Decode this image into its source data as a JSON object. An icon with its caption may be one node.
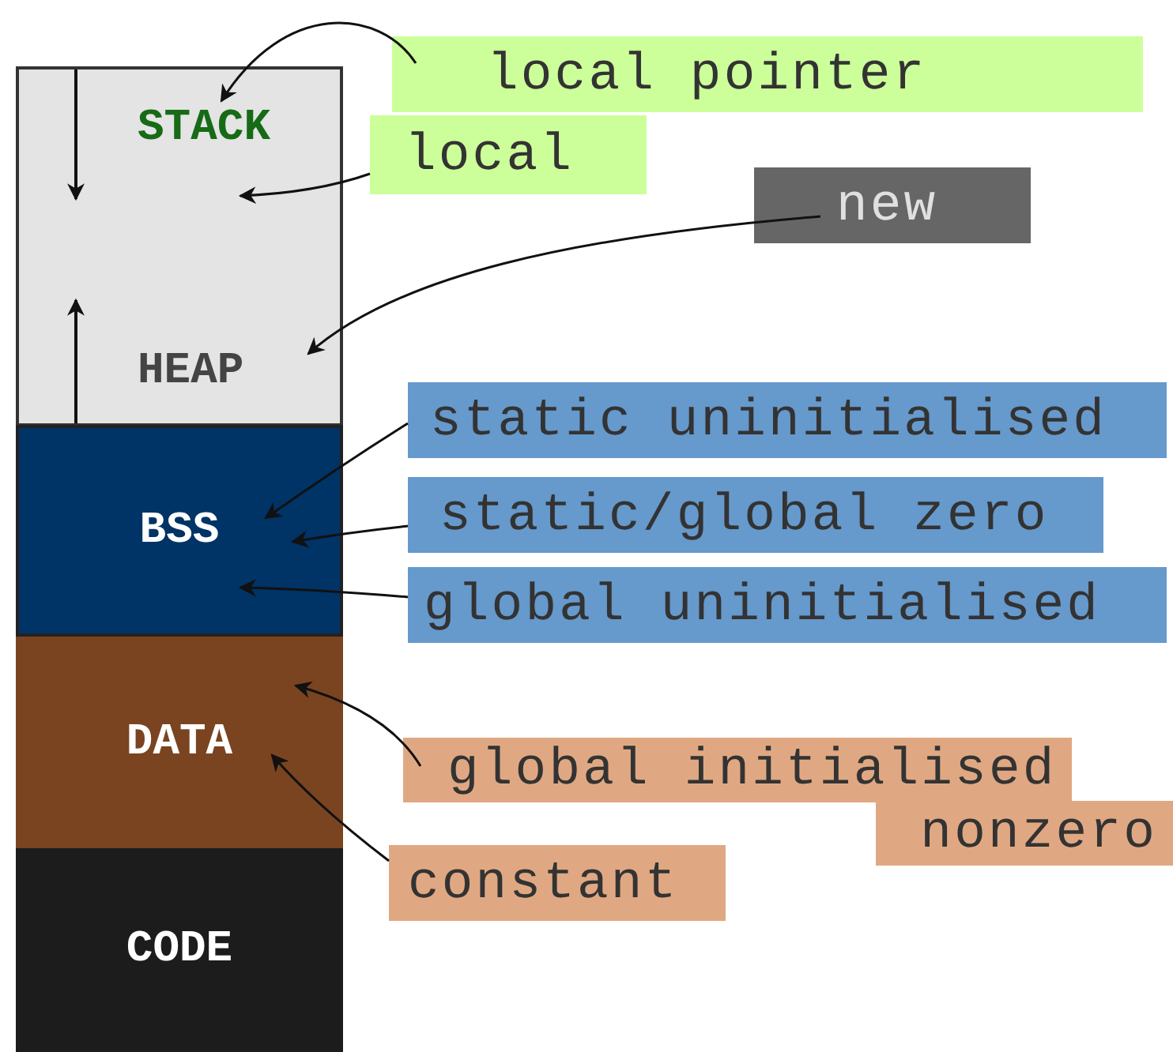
{
  "diagram": {
    "nodes": [
      {
        "text": [],
        "shape": "box"
      },
      {
        "text": [
          "STACK"
        ],
        "in": 0
      },
      {
        "text": [
          "HEAP"
        ],
        "in": 0
      },
      {
        "text": [
          "BSS"
        ]
      },
      {
        "text": [
          "DATA"
        ]
      },
      {
        "text": [
          "CODE"
        ]
      },
      {
        "text": [
          "local pointer"
        ]
      },
      {
        "text": [
          "local"
        ]
      },
      {
        "text": [
          "new"
        ]
      },
      {
        "text": [
          "static uninitialised"
        ]
      },
      {
        "text": [
          "static/global zero"
        ]
      },
      {
        "text": [
          "global uninitialised"
        ]
      },
      {
        "text": [
          "global initialised nonzero"
        ]
      },
      {
        "text": [
          "constant"
        ]
      }
    ],
    "edges": [
      {
        "from": 6,
        "to": 1,
        "arrow": "to"
      },
      {
        "from": 7,
        "to": 1,
        "arrow": "to"
      },
      {
        "from": 8,
        "to": 2,
        "arrow": "to"
      },
      {
        "from": 9,
        "to": 3,
        "arrow": "to"
      },
      {
        "from": 10,
        "to": 3,
        "arrow": "to"
      },
      {
        "from": 11,
        "to": 3,
        "arrow": "to"
      },
      {
        "from": 12,
        "to": 4,
        "arrow": "to"
      },
      {
        "from": 13,
        "to": 4,
        "arrow": "to"
      }
    ]
  }
}
